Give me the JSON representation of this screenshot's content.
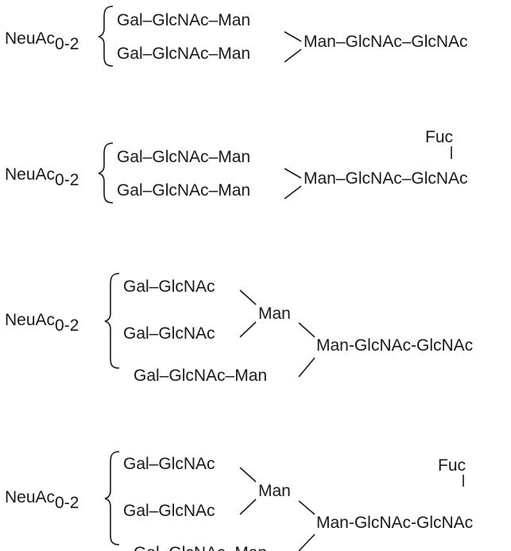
{
  "structures": [
    {
      "prefix": "NeuAc",
      "prefix_sub": "0-2",
      "branches": [
        "Gal–GlcNAc–Man",
        "Gal–GlcNAc–Man"
      ],
      "core": "Man–GlcNAc–GlcNAc"
    },
    {
      "prefix": "NeuAc",
      "prefix_sub": "0-2",
      "branches": [
        "Gal–GlcNAc–Man",
        "Gal–GlcNAc–Man"
      ],
      "core": "Man–GlcNAc–GlcNAc",
      "fuc": "Fuc"
    },
    {
      "prefix": "NeuAc",
      "prefix_sub": "0-2",
      "branches": [
        "Gal–GlcNAc",
        "Gal–GlcNAc",
        "Gal–GlcNAc–Man"
      ],
      "mid": "Man",
      "core": "Man-GlcNAc-GlcNAc"
    },
    {
      "prefix": "NeuAc",
      "prefix_sub": "0-2",
      "branches": [
        "Gal–GlcNAc",
        "Gal–GlcNAc",
        "Gal–GlcNAc–Man"
      ],
      "mid": "Man",
      "core": "Man-GlcNAc-GlcNAc",
      "fuc": "Fuc"
    }
  ]
}
